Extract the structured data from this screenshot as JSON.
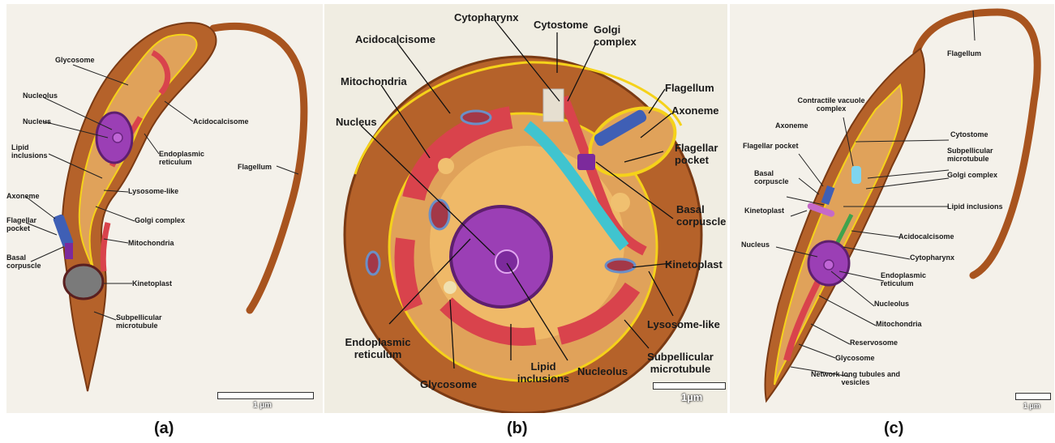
{
  "panels": [
    {
      "caption": "(a)",
      "scale": "1 µm",
      "labels": [
        "Glycosome",
        "Nucleolus",
        "Nucleus",
        "Lipid inclusions",
        "Axoneme",
        "Flagellar pocket",
        "Basal corpuscle",
        "Acidocalcisome",
        "Endoplasmic reticulum",
        "Lysosome-like",
        "Golgi complex",
        "Mitochondria",
        "Kinetoplast",
        "Subpellicular microtubule",
        "Flagellum"
      ]
    },
    {
      "caption": "(b)",
      "scale": "1µm",
      "labels": [
        "Acidocalcisome",
        "Cytopharynx",
        "Cytostome",
        "Golgi complex",
        "Mitochondria",
        "Nucleus",
        "Flagellum",
        "Axoneme",
        "Flagellar pocket",
        "Basal corpuscle",
        "Kinetoplast",
        "Lysosome-like",
        "Endoplasmic reticulum",
        "Glycosome",
        "Lipid inclusions",
        "Nucleolus",
        "Subpellicular microtubule"
      ]
    },
    {
      "caption": "(c)",
      "scale": "1 µm",
      "labels": [
        "Flagellum",
        "Contractile vacuole complex",
        "Axoneme",
        "Flagellar pocket",
        "Basal corpuscle",
        "Kinetoplast",
        "Nucleus",
        "Cytostome",
        "Subpellicular microtubule",
        "Golgi complex",
        "Lipid inclusions",
        "Acidocalcisome",
        "Cytopharynx",
        "Endoplasmic reticulum",
        "Nucleolus",
        "Mitochondria",
        "Reservosome",
        "Glycosome",
        "Network long tubules and vesicles"
      ]
    }
  ],
  "colors": {
    "cell_body": "#b5622a",
    "cytoplasm": "#e0a25a",
    "mitochondria": "#d9434c",
    "nucleus": "#9b3fb5",
    "membrane": "#f5d21a",
    "background_b": "#f0ede2"
  }
}
